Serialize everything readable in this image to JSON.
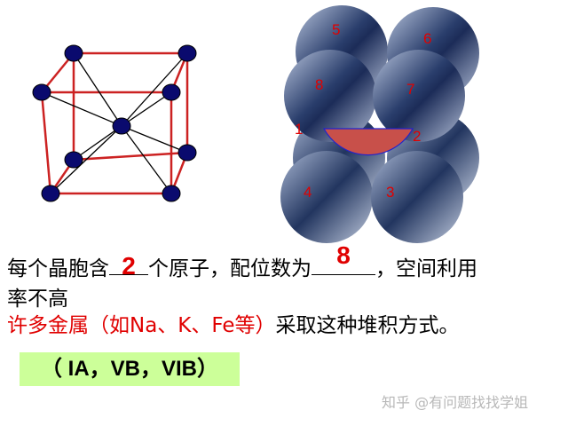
{
  "diagram": {
    "cube_labels": [],
    "sphere_labels": [
      "5",
      "6",
      "8",
      "7",
      "1",
      "2",
      "4",
      "3"
    ]
  },
  "text": {
    "line1_part1": "每个晶胞含",
    "answer_atoms": "2",
    "line1_part2": "个原子，配位数为",
    "answer_coordination": "8",
    "line1_part3": "，空间利用",
    "line2": "率不高",
    "line3_red": "许多金属（如Na、K、Fe等）",
    "line3_black": "采取这种堆积方式。"
  },
  "group_box": {
    "text": "（ IA，VB，VIB）"
  },
  "watermark": "知乎 @有问题找找学姐",
  "colors": {
    "accent_red": "#e00000",
    "cube_edge": "#cc2222",
    "atom": "#0a0a6e",
    "group_box_bg": "#ccff99",
    "center_sphere": "#c8504a"
  }
}
